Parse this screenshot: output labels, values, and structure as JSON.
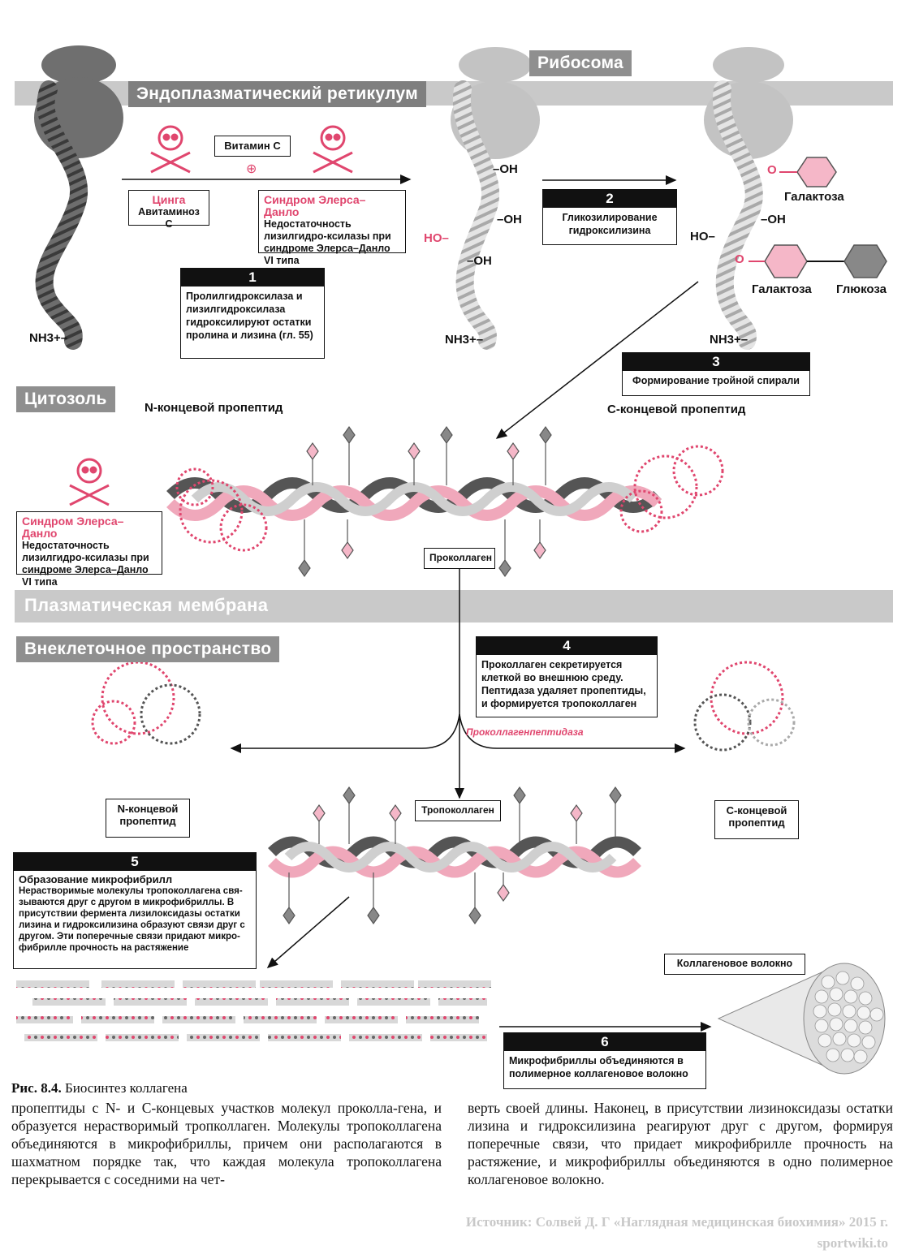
{
  "zones": {
    "ribosome": "Рибосома",
    "er": "Эндоплазматический ретикулум",
    "cytosol": "Цитозоль",
    "membrane": "Плазматическая мембрана",
    "extracellular": "Внеклеточное пространство"
  },
  "disease_top": {
    "scurvy_title": "Цинга",
    "scurvy_text": "Авитаминоз С",
    "vitamin": "Витамин С",
    "eds_title": "Синдром Элерса–Данло",
    "eds_text": "Недостаточность лизилгидро-ксилазы при синдроме Элерса–Данло VI типа"
  },
  "disease_mid": {
    "eds_title": "Синдром Элерса–Данло",
    "eds_text": "Недостаточность лизилгидро-ксилазы при синдроме Элерса–Данло VI типа"
  },
  "steps": [
    {
      "num": "1",
      "text": "Пролилгидроксилаза и лизилгидроксилаза гидроксилируют остатки пролина и лизина (гл. 55)"
    },
    {
      "num": "2",
      "text": "Гликозилирование гидроксилизина"
    },
    {
      "num": "3",
      "text": "Формирование тройной спирали"
    },
    {
      "num": "4",
      "text": "Проколлаген секретируется клеткой во внешнюю среду. Пептидаза удаляет пропептиды, и формируется тропоколлаген"
    },
    {
      "num": "5",
      "title": "Образование микрофибрилл",
      "text": "Нерастворимые молекулы тропоколлагена свя-зываются друг с другом в микрофибриллы. В присутствии фермента лизилоксидазы остатки лизина и гидроксилизина образуют связи друг с другом. Эти поперечные связи придают микро-фибрилле прочность на растяжение"
    },
    {
      "num": "6",
      "text": "Микрофибриллы объединяются в полимерное коллагеновое волокно"
    }
  ],
  "chem": {
    "nh3": "NH3+–",
    "oh": "–OH",
    "ho": "HO–",
    "o": "O",
    "galactose": "Галактоза",
    "glucose": "Глюкоза"
  },
  "labels": {
    "n_propeptide": "N-концевой пропептид",
    "c_propeptide": "С-концевой пропептид",
    "procollagen": "Проколлаген",
    "tropocollagen": "Тропоколлаген",
    "n_propeptide_box": "N-концевой пропептид",
    "c_propeptide_box": "С-концевой пропептид",
    "enzyme": "Проколлагенпептидаза",
    "collagen_fiber": "Коллагеновое волокно"
  },
  "caption": {
    "label": "Рис. 8.4.",
    "text": "Биосинтез коллагена"
  },
  "body_text": {
    "left": "пропептиды с N- и С-концевых участков молекул проколла-гена, и образуется нерастворимый тропколлаген. Молекулы тропоколлагена объединяются в микрофибриллы, причем они располагаются в шахматном порядке так, что каждая молекула тропоколлагена перекрывается с соседними на чет-",
    "right": "верть своей длины. Наконец, в присутствии лизиноксидазы остатки лизина и гидроксилизина реагируют друг с другом, формируя поперечные связи, что придает микрофибрилле прочность на растяжение, и микрофибриллы объединяются в одно полимерное коллагеновое волокно."
  },
  "source": "Источник: Солвей Д. Г «Наглядная медицинская биохимия» 2015 г.",
  "site": "sportwiki.to",
  "colors": {
    "pink": "#e0466e",
    "dark": "#555555",
    "light": "#c4c4c4",
    "band": "#c9c9c9"
  }
}
